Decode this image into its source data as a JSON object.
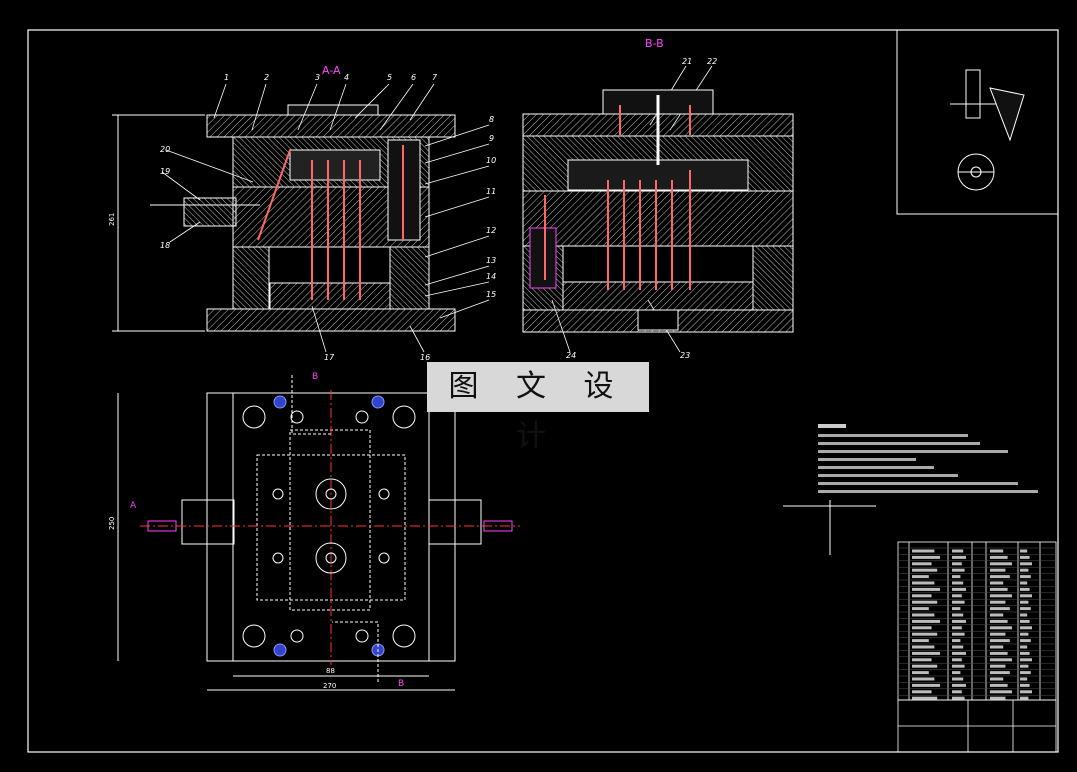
{
  "section_labels": {
    "aa": "A-A",
    "bb": "B-B"
  },
  "part_numbers": [
    "1",
    "2",
    "3",
    "4",
    "5",
    "6",
    "7",
    "8",
    "9",
    "10",
    "11",
    "12",
    "13",
    "14",
    "15",
    "16",
    "17",
    "18",
    "19",
    "20",
    "21",
    "22",
    "23",
    "24"
  ],
  "view_markers": {
    "a": "A",
    "b": "B"
  },
  "dimensions": {
    "height_front": "261",
    "height_plan": "250",
    "width_inner": "88",
    "width_total": "270"
  },
  "watermark": "图 文 设 计",
  "colors": {
    "line": "#ffffff",
    "label": "#ff44ff",
    "pin": "#ff6666",
    "accent": "#4466ff",
    "centerline": "#ff3333",
    "hatch": "#cfcfcf"
  }
}
